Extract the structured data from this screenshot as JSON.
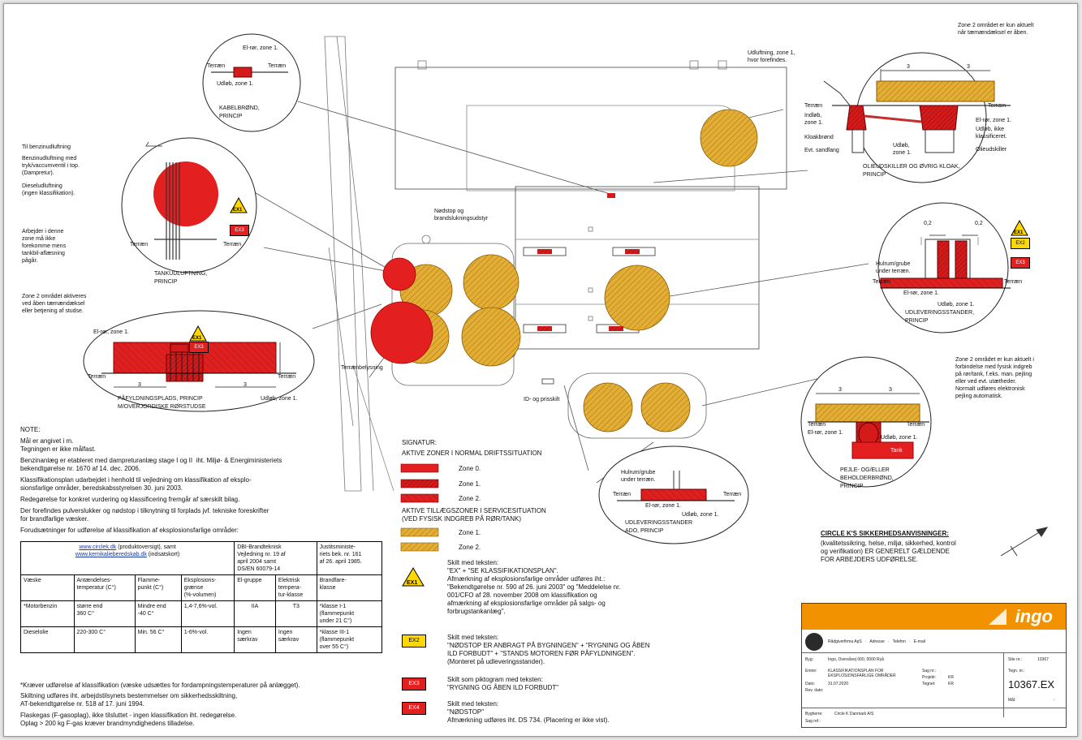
{
  "colors": {
    "zone0": "#e41f1f",
    "zone1": "#c41212",
    "zone2": "#d01515",
    "service": "#e0aa2a",
    "accent": "#f39200",
    "warn": "#ffd800"
  },
  "details": {
    "kabelbroend": {
      "label_elroer": "El-rør, zone 1.",
      "terraen_l": "Terræn",
      "terraen_r": "Terræn",
      "udloeb": "Udløb, zone 1.",
      "title1": "KABELBRØND,",
      "title2": "PRINCIP"
    },
    "tank": {
      "til_benzin": "Til benzinudluftning",
      "benzin": "Benzinudluftning med\ntryk/vaccumventil i top.\n(Dampretur).",
      "diesel": "Dieseludluftning\n(ingen klassifikation).",
      "arbejder": "Arbejder i denne\nzone må ikke\nforekomme mens\ntankbil-aflæsning\npågår.",
      "terraen_l": "Terræn",
      "terraen_r": "Terræn",
      "title1": "TANKUDLUFTNING,",
      "title2": "PRINCIP"
    },
    "paafyld": {
      "zone2note": "Zone 2 området aktiveres\nved åben tæmændæksel\neller betjening af studse.",
      "elroer": "El-rør, zone 1.",
      "terraen_l": "Terræn",
      "terraen_r": "Terræn",
      "udloeb": "Udløb, zone 1.",
      "dim1": "3",
      "dim2": "3",
      "title1": "PÅFYLDNINGSPLADS, PRINCIP",
      "title2": "M/OVERJORDISKE RØRSTUDSE"
    },
    "olie": {
      "zone2note": "Zone 2 området er kun aktuelt\nnår tæmændæksel er åben.",
      "udluft": "Udluftning, zone 1,\nhvor forefindes.",
      "terraen_l": "Terræn",
      "terraen_r": "Terræn",
      "indloeb": "Indløb,\nzone 1.",
      "kloak": "Kloakbrønd",
      "sandfang": "Evt. sandfang",
      "udloeb1": "Udløb,\nzone 1.",
      "elroer": "El-rør, zone 1.",
      "udloeb_ik": "Udløb, ikke\nklassificeret.",
      "olieudskiller": "Olieudskiller",
      "dim1": "3",
      "dim2": "3",
      "title1": "OLIEUDSKILLER OG ØVRIG KLOAK,",
      "title2": "PRINCIP"
    },
    "udlev": {
      "dim1": "0,2",
      "dim2": "0,2",
      "hulrum": "Hulrum/grube\nunder terræn.",
      "terraen_l": "Terræn",
      "terraen_r": "Terræn",
      "elroer": "El-rør, zone 1.",
      "udloeb": "Udløb, zone 1.",
      "title1": "UDLEVERINGSSTANDER,",
      "title2": "PRINCIP"
    },
    "pejle": {
      "zone2note": "Zone 2 området er kun aktuelt i\nforbindelse med fysisk indgreb\npå rør/tank, f.eks. man. pejling\neller ved evt. utætheder.\nNormalt udføres elektronisk\npejling automatisk.",
      "dim1": "3",
      "dim2": "3",
      "terraen_l": "Terræn",
      "terraen_r": "Terræn",
      "elroer": "El-rør, zone 1.",
      "udloeb": "Udløb, zone 1.",
      "tank": "Tank",
      "title1": "PEJLE- OG/ELLER",
      "title2": "BEHOLDERBRØND,",
      "title3": "PRINCIP"
    },
    "ado": {
      "hulrum": "Hulrum/grube\nunder terræn.",
      "terraen_l": "Terræn",
      "terraen_r": "Terræn",
      "elroer": "El-rør, zone 1.",
      "udloeb": "Udløb, zone 1.",
      "title1": "UDLEVERINGSSTANDER",
      "title2": "ADO, PRINCIP"
    }
  },
  "plan_labels": {
    "noedstop": "Nødstop og\nbrandslukningsudstyr",
    "terraenbelysning": "Terrænbelysning",
    "id_prisskilt": "ID- og prisskilt"
  },
  "signs": {
    "ex1": "EX1",
    "ex2": "EX2",
    "ex3": "EX3",
    "ex4": "EX4"
  },
  "notes": {
    "heading": "NOTE:",
    "lines": [
      "Mål er angivet i m.",
      "Tegningen er ikke målfast.",
      "Benzinanlæg er etableret med dampreturanlæg stage I og II  iht. Miljø- & Energiministeriets\nbekendtgørelse nr. 1670 af 14. dec. 2006.",
      "Klassifikationsplan udarbejdet i henhold til vejledning om klassifikation af eksplo-\nsionsfarlige områder, beredskabsstyrelsen 30. juni 2003.",
      "Redegørelse for konkret vurdering og klassificering fremgår af særskilt bilag.",
      "Der forefindes pulverslukker og nødstop i tilknytning til forplads jvf. tekniske foreskrifter\nfor brandfarlige væsker.",
      "Forudsætninger for udførelse af klassifikation af eksplosionsfarlige områder:"
    ]
  },
  "table": {
    "link1": "www.circlek.dk",
    "link1_suffix": " (produktoversigt), samt",
    "link2": "www.kemikalieberedskab.dk",
    "link2_suffix": " (indsatskort)",
    "dbi": "DBI-Brandteknisk\nVejledning nr. 19 af\napril 2004 samt\nDS/EN 60079-14",
    "justits": "Justitsministe-\nriets bek. nr. 161\naf 26. april 1985.",
    "headers": [
      "Væske",
      "Antændelses-\ntemperatur (C°)",
      "Flamme-\npunkt (C°)",
      "Eksplosions-\ngrænse\n(%-volumen)",
      "El-gruppe",
      "Elektrisk\ntempera-\ntur-klasse",
      "Brandfare-\nklasse"
    ],
    "rows": [
      [
        "*Motorbenzin",
        "større end\n360 C°",
        "Mindre end\n-40 C°",
        "1,4-7,6%-vol.",
        "IIA",
        "T3",
        "*klasse I-1\n(flammepunkt\nunder 21 C°)"
      ],
      [
        "Dieselolie",
        "220-300 C°",
        "Min. 56 C°",
        "1-6%-vol.",
        "Ingen\nsærkrav",
        "Ingen\nsærkrav",
        "*klasse III-1\n(flammepunkt\nover 55 C°)"
      ]
    ]
  },
  "footnotes": [
    "*Kræver udførelse af klassifikation (væske udsættes for fordampningstemperaturer på anlægget).",
    "Skiltning udføres iht. arbejdstilsynets bestemmelser om sikkerhedsskiltning,\nAT-bekendtgørelse nr. 518 af 17. juni 1994.",
    "Flaskegas (F-gasoplag), ikke tilsluttet - ingen klassifikation iht. redegørelse.\nOplag > 200 kg F-gas kræver brandmyndighedens tilladelse."
  ],
  "legend": {
    "heading": "SIGNATUR:",
    "active_heading": "AKTIVE ZONER I NORMAL DRIFTSSITUATION",
    "zone0": "Zone 0.",
    "zone1": "Zone 1.",
    "zone2": "Zone 2.",
    "service_heading": "AKTIVE TILLÆGSZONER I SERVICESITUATION\n(VED FYSISK INDGREB PÅ RØR/TANK)",
    "s_zone1": "Zone 1.",
    "s_zone2": "Zone 2.",
    "ex1_text": "Skilt med teksten:\n\"EX\" + \"SE KLASSIFIKATIONSPLAN\".\nAfmærkning af eksplosionsfarlige områder udføres iht.:\n\"Bekendtgørelse nr. 590 af 26. juni 2003\" og \"Meddelelse nr.\n001/CFO af 28. november 2008 om klassifikation og\nafmærkning af eksplosionsfarlige områder på salgs- og\nforbrugstankanlæg\".",
    "ex2_text": "Skilt med teksten:\n\"NØDSTOP ER ANBRAGT PÅ BYGNINGEN\" + \"RYGNING OG ÅBEN\nILD FORBUDT\" + \"STANDS MOTOREN FØR PÅFYLDNINGEN\".\n(Monteret på udleveringsstander).",
    "ex3_text": "Skilt som piktogram med teksten:\n\"RYGNING OG ÅBEN ILD FORBUDT\"",
    "ex4_text": "Skilt med teksten:\n\"NØDSTOP\"\nAfmærkning udføres iht. DS 734. (Placering er ikke vist)."
  },
  "circlek": {
    "heading": "CIRCLE K'S SIKKERHEDSANVISNINGER:",
    "body": "(kvalitetssikring, helse, miljø, sikkerhed, kontrol\nog verifikation) ER GENERELT GÆLDENDE\nFOR ARBEJDERS UDFØRELSE."
  },
  "titleblock": {
    "logo": "ingo",
    "company_line": "Rådgiverfirma ApS   ·   Adresse   ·   Telefon   ·   E-mail",
    "byg_label": "Byg:",
    "byg_value": "Ingo, Oversåvej 000, 0000 Ryå",
    "emne_label": "Emne:",
    "emne_value": "KLASSIFIKATIONSPLAN FOR\nEKSPLOSIONSFARLIGE OMRÅDER",
    "dato_label": "Dato:",
    "dato_value": "31.07.2020",
    "rev_label": "Rev. dato:",
    "sag_label": "Sag nr.:",
    "projekt_label": "Projekt:",
    "projekt_value": "KR",
    "tegnet_label": "Tegnet:",
    "tegnet_value": "KR",
    "site_label": "Site nr.:",
    "site_value": "10367",
    "tegn_label": "Tegn. nr.:",
    "tegn_nr": "10367.EX",
    "maal_label": "Mål:",
    "maal_value": "-",
    "bygherre_label": "Bygherre:",
    "bygherre_value": "Circle K Danmark A/S",
    "sag_ref_label": "Sag ref.:"
  }
}
